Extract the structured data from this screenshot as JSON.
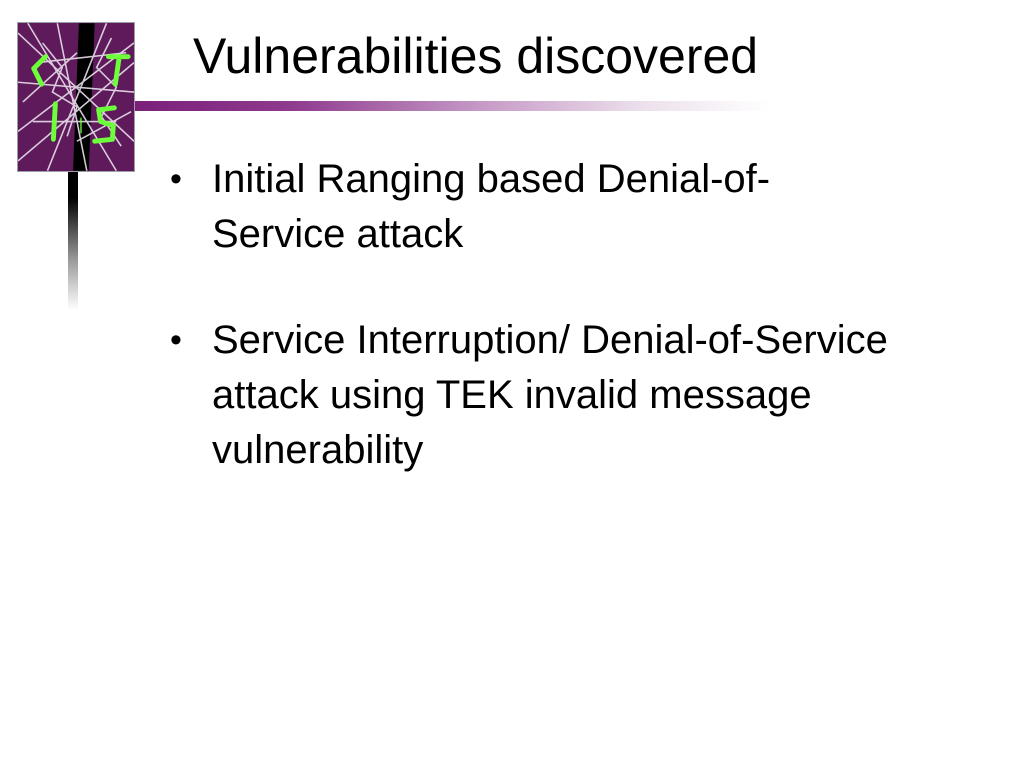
{
  "slide": {
    "title": "Vulnerabilities discovered",
    "bullets": [
      {
        "marker": "•",
        "text": "Initial Ranging based Denial-of-Service attack"
      },
      {
        "marker": "•",
        "text": "Service Interruption/ Denial-of-Service attack using TEK invalid message vulnerability"
      }
    ]
  },
  "theme": {
    "accent_purple": "#7a1f7a",
    "logo_background": "#5e1a5a",
    "logo_letter_color": "#6cff3a",
    "text_color": "#000000"
  },
  "logo": {
    "icon": "cracked-glass-logo-icon"
  }
}
